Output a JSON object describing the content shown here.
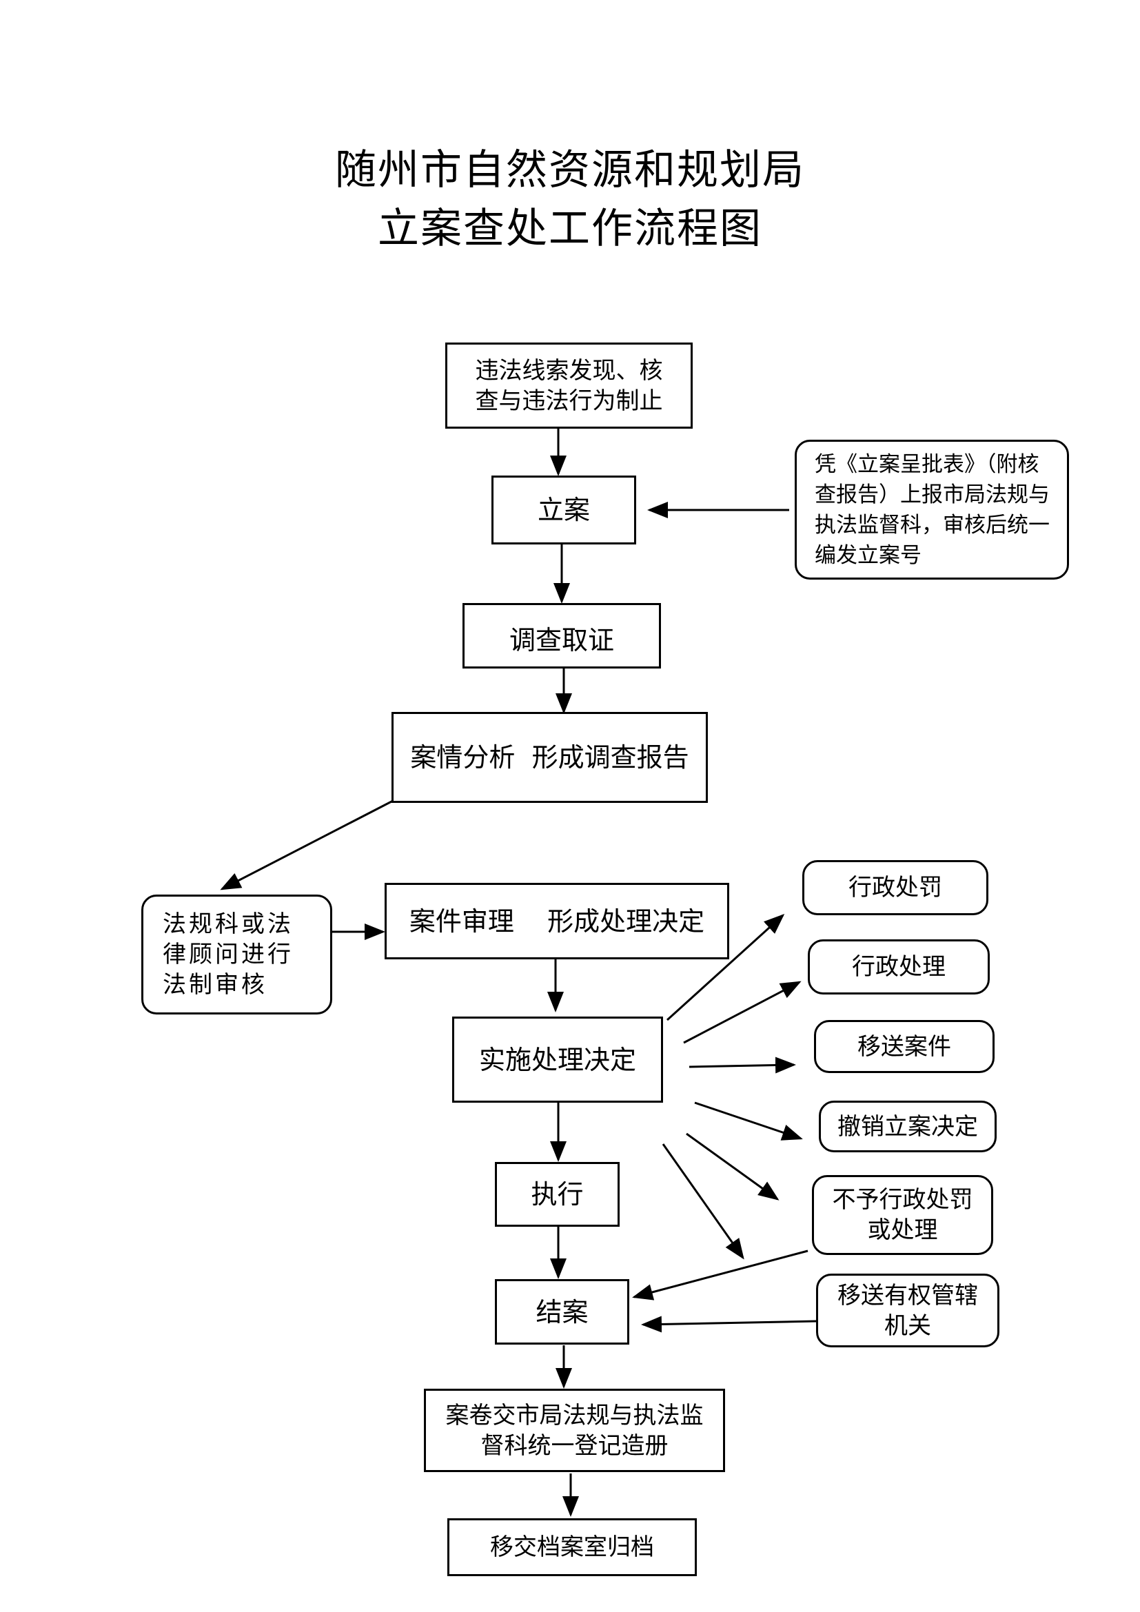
{
  "title": {
    "line1": "随州市自然资源和规划局",
    "line2": "立案查处工作流程图"
  },
  "nodes": {
    "clue": "违法线索发现、核查与违法行为制止",
    "filing": "立案",
    "filing_note": "凭《立案呈批表》（附核查报告）上报市局法规与执法监督科，审核后统一编发立案号",
    "investigate": "调查取证",
    "analysis": "案情分析  形成调查报告",
    "legal_review": "法规科或法律顾问进行法制审核",
    "trial": "案件审理    形成处理决定",
    "implement": "实施处理决定",
    "penalty": "行政处罚",
    "handling": "行政处理",
    "transfer_case": "移送案件",
    "revoke": "撤销立案决定",
    "no_penalty": "不予行政处罚或处理",
    "transfer_authority": "移送有权管辖机关",
    "execute": "执行",
    "close": "结案",
    "register": "案卷交市局法规与执法监督科统一登记造册",
    "archive": "移交档案室归档"
  }
}
